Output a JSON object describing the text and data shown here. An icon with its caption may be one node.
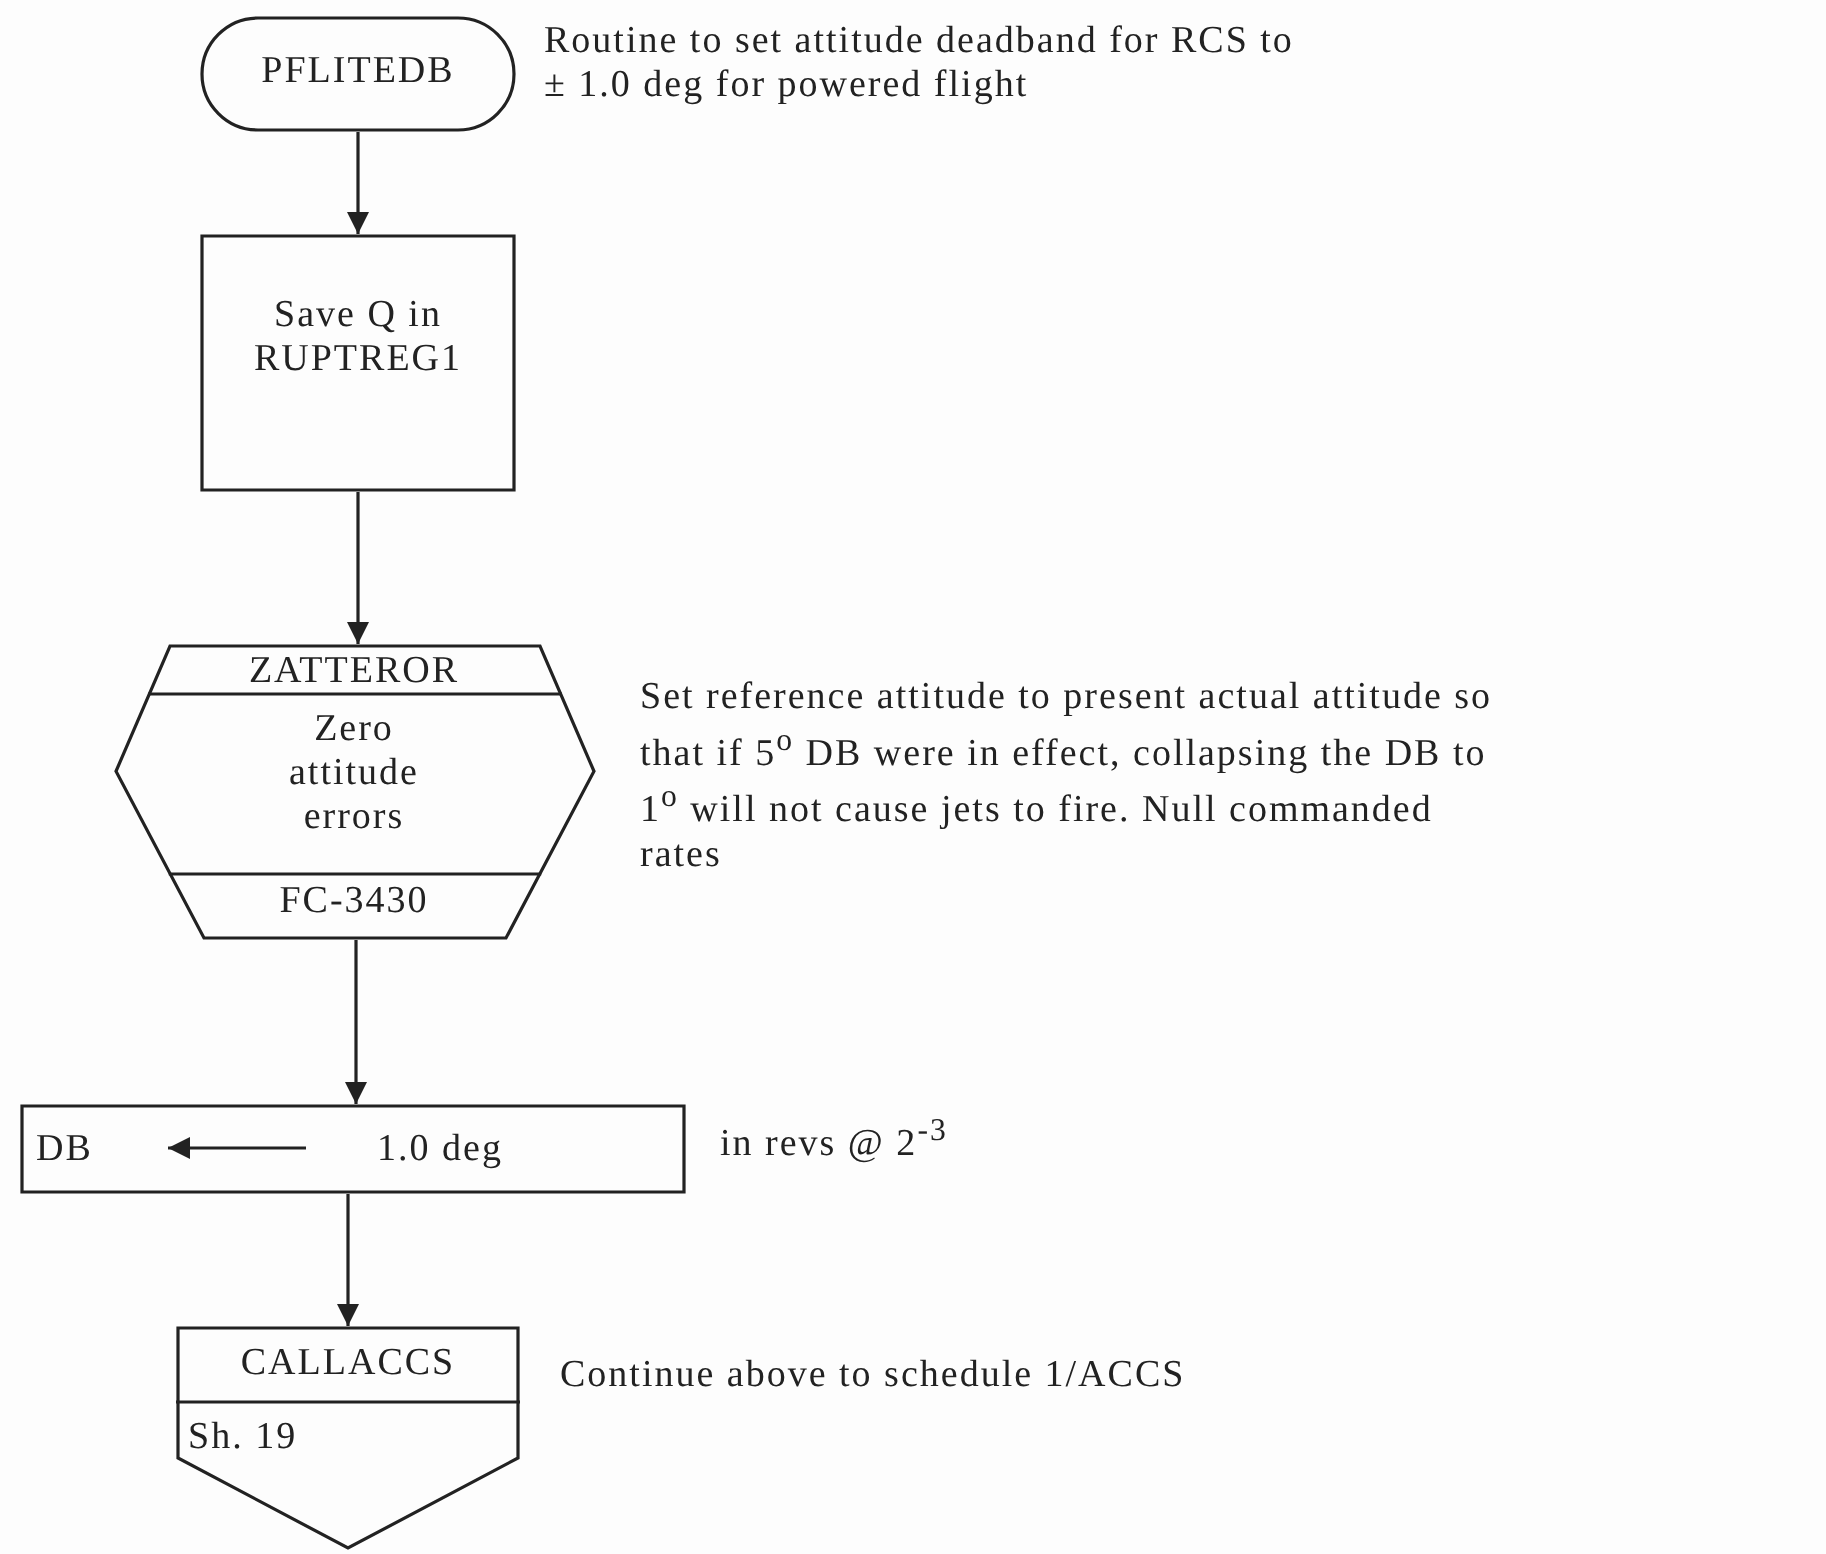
{
  "diagram": {
    "nodes": [
      {
        "text": [
          "PFLITEDB"
        ],
        "beside": [
          "Routine to set attitude deadband for RCS to ± 1.0 deg for powered flight"
        ]
      },
      {
        "text": [
          "Save Q in RUPTREG1"
        ]
      },
      {
        "text": [
          "ZATTEROR",
          "Zero attitude errors",
          "FC-3430"
        ],
        "beside": [
          "Set reference attitude to present actual attitude so that if 5$^{o}$ DB were in effect, collapsing the DB to 1$^{o}$ will not cause jets to fire. Null commanded rates"
        ]
      },
      {
        "text": [
          "DB",
          "1.0 deg"
        ],
        "beside": [
          "in revs @ 2$^{-3}$"
        ]
      },
      {
        "text": [
          "CALLACCS",
          "Sh. 19"
        ],
        "beside": [
          "Continue above to schedule 1/ACCS"
        ]
      }
    ],
    "edges": [
      {
        "from": 0,
        "to": 1,
        "arrow": "to"
      },
      {
        "from": 1,
        "to": 2,
        "arrow": "to"
      },
      {
        "from": 2,
        "to": 3,
        "arrow": "to"
      },
      {
        "from": 3,
        "to": 4,
        "arrow": "to"
      }
    ]
  }
}
